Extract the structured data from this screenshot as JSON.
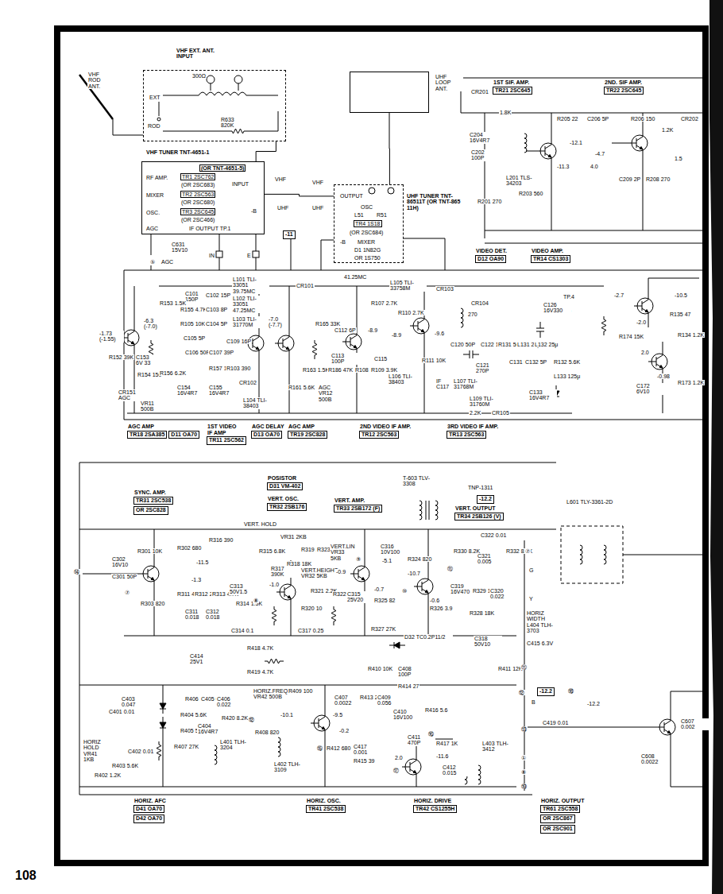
{
  "diagram": {
    "nodes": [
      {
        "text": [
          "VHF EXT. ANT. INPUT",
          "300Ω",
          "EXT",
          "ROD",
          "R633 820K"
        ]
      },
      {
        "text": [
          "VHF TUNER TNT-4651-1",
          "(OR TNT-4651-5)",
          "RF AMP.",
          "TR1 2SC762",
          "(OR 2SC683)",
          "MIXER",
          "TR2 2SC563",
          "(OR 2SC680)",
          "TR3 2SC645",
          "(OR 2SC466)",
          "OSC.",
          "INPUT",
          "-B",
          "AGC",
          "IF OUTPUT TP.1"
        ]
      },
      {
        "text": [
          "UHF LOOP ANT."
        ]
      },
      {
        "text": [
          "UHF TUNER TNT-86511T (OR TNT-865 11H)",
          "OUTPUT",
          "OSC",
          "L51",
          "R51",
          "TR4 1S18",
          "(OR 2SC684)",
          "MIXER",
          "D1 1N82G",
          "OR 1S750",
          "-B"
        ]
      },
      {
        "text": [
          "1ST SIF. AMP.",
          "TR21 2SC645"
        ]
      },
      {
        "text": [
          "2ND. SIF AMP.",
          "TR22 2SC645"
        ]
      },
      {
        "text": [
          "VIDEO DET.",
          "D12 OA90"
        ]
      },
      {
        "text": [
          "VIDEO AMP.",
          "TR14 CS1303"
        ]
      },
      {
        "text": [
          "AGC AMP",
          "TR18 2SA385",
          "D11 OA70"
        ]
      },
      {
        "text": [
          "1ST VIDEO IF AMP",
          "TR11 2SC562"
        ]
      },
      {
        "text": [
          "AGC DELAY",
          "D13 OA70"
        ]
      },
      {
        "text": [
          "AGC AMP",
          "TR19 2SC828"
        ]
      },
      {
        "text": [
          "2ND VIDEO IF AMP.",
          "TR12 2SC563"
        ]
      },
      {
        "text": [
          "3RD VIDEO IF AMP.",
          "TR13 2SC563"
        ]
      },
      {
        "text": [
          "SYNC. AMP.",
          "TR31 2SC538",
          "OR 2SC828"
        ]
      },
      {
        "text": [
          "POSISTOR",
          "D31 VM-402"
        ]
      },
      {
        "text": [
          "VERT. OSC.",
          "TR32 2SB176"
        ]
      },
      {
        "text": [
          "VERT. AMP.",
          "TR33 2SB172 (F)"
        ]
      },
      {
        "text": [
          "VERT. OUTPUT",
          "TR34 2SB126 (V)"
        ]
      },
      {
        "text": [
          "HORIZ. AFC",
          "D41 OA70",
          "D42 OA70"
        ]
      },
      {
        "text": [
          "HORIZ. OSC.",
          "TR41 2SC538"
        ]
      },
      {
        "text": [
          "HORIZ. DRIVE",
          "TR42 CS1255H"
        ]
      },
      {
        "text": [
          "HORIZ. OUTPUT",
          "TR61 2SC558",
          "OR 2SC867",
          "OR 2SC901"
        ]
      },
      {
        "text": [
          "-11"
        ]
      },
      {
        "text": [
          "-12.2"
        ]
      },
      {
        "text": [
          "-12.2"
        ]
      }
    ],
    "edges": [
      {
        "from": 0,
        "to": 1,
        "arrow": "none"
      },
      {
        "from": 1,
        "to": 3,
        "arrow": "none"
      },
      {
        "from": 2,
        "to": 3,
        "arrow": "none"
      }
    ],
    "labels": [
      "VHF ROD ANT.",
      "VHF",
      "UHF",
      "VHF",
      "UHF",
      "C631 15V10",
      "⑤",
      "AGC",
      "IN",
      "E",
      "CR201",
      "1.8K",
      "R205 22",
      "C206 5P",
      "R206 150",
      "1.2K",
      "CR202",
      "C204 16V4R7",
      "C202 100P",
      "L201 TLS-34203",
      "R203 560",
      "R201 270",
      "-12.1",
      "-4.7",
      "-11.3",
      "4.0",
      "1.5",
      "C209 2P",
      "R208 270",
      "TP.4",
      "①",
      "-2.7",
      "-10.5",
      "R135 47",
      "-2.0",
      "R174 15K",
      "R134 1.2K",
      "2.0",
      "C172 6V10",
      "-0.98",
      "R173 1.2K",
      "41.25MC",
      "L101 TLI-33051 39.75MC",
      "CR101",
      "L105 TLI-33758M",
      "CR103",
      "CR104",
      "270",
      "C126 16V330",
      "C101 150P",
      "R153 1.5K",
      "R155 4.7K",
      "R105 10K",
      "C102 15P",
      "C103 8P",
      "L102 TLI-33051 47.25MC",
      "L103 TLI-31770M",
      "C104 5P",
      "-6.3 (-7.0)",
      "-1.73 (-1.55)",
      "R152 39K",
      "C153 6V 33",
      "R154 150",
      "CR151 AGC",
      "VR11 500B",
      "R156 6.2K",
      "C154 16V4R7",
      "C155 16V4R7",
      "C105 5P",
      "C106 50P",
      "C107 39P",
      "C109 16P",
      "R157 100",
      "R103 390",
      "-7.0 (-7.7)",
      "CR102",
      "L104 TLI-38403",
      "R163 1.5K",
      "R186 47K",
      "R161 5.6K",
      "AGC VR12 500B",
      "R165 33K",
      "C112 6P",
      "C113 100P",
      "R107 2.7K",
      "-8.9",
      "C115",
      "R108 10K",
      "R109 3.9K",
      "L106 TLI-38403",
      "-8.9",
      "R110 2.7K",
      "-9.6",
      "R111 10K",
      "IF C117",
      "L107 TLI-31768M",
      "C120 50P",
      "C122 15P",
      "C121 270P",
      "L109 TLI-31760M",
      "R131 560",
      "L131 25μ",
      "L132 25μ",
      "C131 5P",
      "C132 5P",
      "R132 5.6K",
      "L133 125μ",
      "C133 16V4R7",
      "2.2K",
      "CR105",
      "T-603 TLV-3308",
      "TNP-1311",
      "L601 TLY-3361-2D",
      "VERT. HOLD",
      "VR31 2KB",
      "R316 390",
      "⑭",
      "R301 10K",
      "R302 680",
      "-11.5",
      "C302 16V10",
      "C301 50P",
      "-1.3",
      "⑦",
      "R303 820",
      "R311 4.7K",
      "R312 2.7K",
      "R313 4.7K",
      "C311 0.018",
      "C312 0.018",
      "C313 50V1.5",
      "R314 1.5K",
      "⑧",
      "-1.0",
      "R315 6.8K",
      "R317 390K",
      "R318 18K",
      "R319 2.7K",
      "R323 680",
      "VERT.LIN VR33 5KB",
      "C316 10V100",
      "-5.1",
      "VERT.HEIGHT VR32 5KB",
      "-0.9",
      "⑨",
      "R321 2.2K",
      "R322 10",
      "C315 25V20",
      "-0.7",
      "R325 82",
      "R320 10",
      "R324 820",
      "-10.7",
      "⑩",
      "-0.6",
      "R326 3.9",
      "⑪",
      "C319 16V470",
      "R330 8.2K",
      "C321 0.005",
      "C322 0.01",
      "R332 8.2K",
      "⑦",
      "R329 1.5K",
      "C320 0.022",
      "G",
      "Y",
      "R328 18K",
      "HORIZ WIDTH L404 TLH-3703",
      "D32 TC0.2P11/2",
      "C318 50V10",
      "C415 6.3V",
      "C314 0.1",
      "C317 0.25",
      "R327 27K",
      "R418 4.7K",
      "R419 4.7K",
      "C414 25V1",
      "R410 10K",
      "C408 100P",
      "R411 12K",
      "⑪",
      "R414 27",
      "⑫",
      "⑱",
      "B",
      "-12.2",
      "C403 0.047",
      "C401 0.01",
      "R406 1K",
      "C405 0.1",
      "C406 0.022",
      "HORIZ.FREQ. VR42 500B",
      "R409 100",
      "C407 0.0022",
      "R413 270",
      "C409 0.056",
      "C410 16V100",
      "R416 5.6",
      "R404 5.6K",
      "R405 5.6K",
      "C404 16V4R7",
      "R420 8.2K",
      "⑫",
      "R408 820",
      "-10.1",
      "-9.5",
      "-0.2",
      "C419 0.01",
      "C607 0.002",
      "⑬",
      "C608 0.0022",
      "L401 TLH-3204",
      "R407 27K",
      "C402 0.01",
      "HORIZ HOLD VR41 1KB",
      "R403 5.6K",
      "R402 1.2K",
      "⑮",
      "R412 680",
      "C417 0.001",
      "R415 39",
      "C411 470P",
      "⑯",
      "R417 1K",
      "-11.6",
      "C412 0.015",
      "L403 TLH-3412",
      "2.0",
      "⑰",
      "L402 TLH-3109",
      "①",
      "⑧",
      "⑲",
      "108"
    ]
  }
}
